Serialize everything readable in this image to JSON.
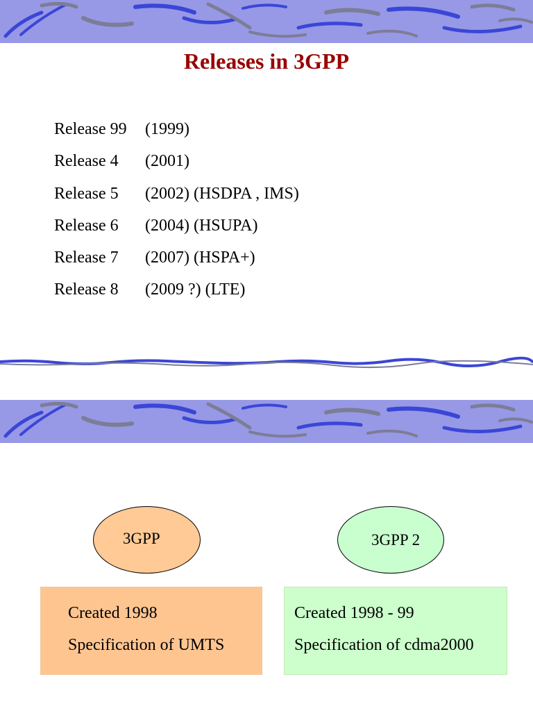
{
  "theme": {
    "banner_fill": "#9799e6",
    "banner_stroke_blue": "#3a46d6",
    "banner_stroke_gray": "#7c7d96",
    "title_color": "#990000",
    "ellipse_left_fill": "#ffca95",
    "ellipse_right_fill": "#c9ffcf",
    "box_left_fill": "#ffc591",
    "box_right_fill": "#ccffcc"
  },
  "slide1": {
    "title": "Releases in 3GPP",
    "releases": [
      {
        "name": "Release 99",
        "detail": "(1999)"
      },
      {
        "name": "Release 4",
        "detail": "(2001)"
      },
      {
        "name": "Release 5",
        "detail": "(2002) (HSDPA , IMS)"
      },
      {
        "name": "Release 6",
        "detail": "(2004) (HSUPA)"
      },
      {
        "name": "Release 7",
        "detail": "(2007) (HSPA+)"
      },
      {
        "name": "Release 8",
        "detail": "(2009 ?) (LTE)"
      }
    ]
  },
  "slide2": {
    "left": {
      "ellipse_label": "3GPP",
      "line1": "Created 1998",
      "line2": "Specification of UMTS"
    },
    "right": {
      "ellipse_label": "3GPP 2",
      "line1": "Created 1998 - 99",
      "line2": "Specification of cdma2000"
    }
  }
}
